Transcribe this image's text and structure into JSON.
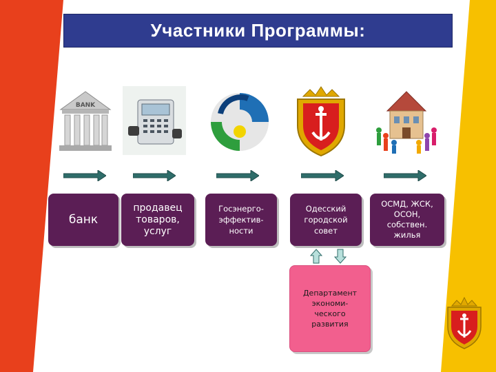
{
  "title": "Участники Программы:",
  "participants": [
    {
      "label": "банк",
      "icon": "bank-building-icon"
    },
    {
      "label": "продавец\nтоваров,\nуслуг",
      "icon": "meter-device-icon"
    },
    {
      "label": "Госэнерго-\nэффектив-\nности",
      "icon": "energy-agency-logo-icon"
    },
    {
      "label": "Одесский\nгородской\nсовет",
      "icon": "odessa-coat-of-arms-icon"
    },
    {
      "label": "ОСМД, ЖСК,\nОСОН,\nсобствен.\nжилья",
      "icon": "house-with-people-icon"
    }
  ],
  "department": {
    "label": "Департамент\nэкономи-\nческого\nразвития"
  },
  "bank_sign": "BANK",
  "colors": {
    "title_bg": "#2f3c8f",
    "box_bg": "#5b1e55",
    "dept_bg": "#f25f8e",
    "arrow": "#2f6d6a",
    "left_stripe": "#e8401c",
    "right_stripe": "#f7c000"
  }
}
